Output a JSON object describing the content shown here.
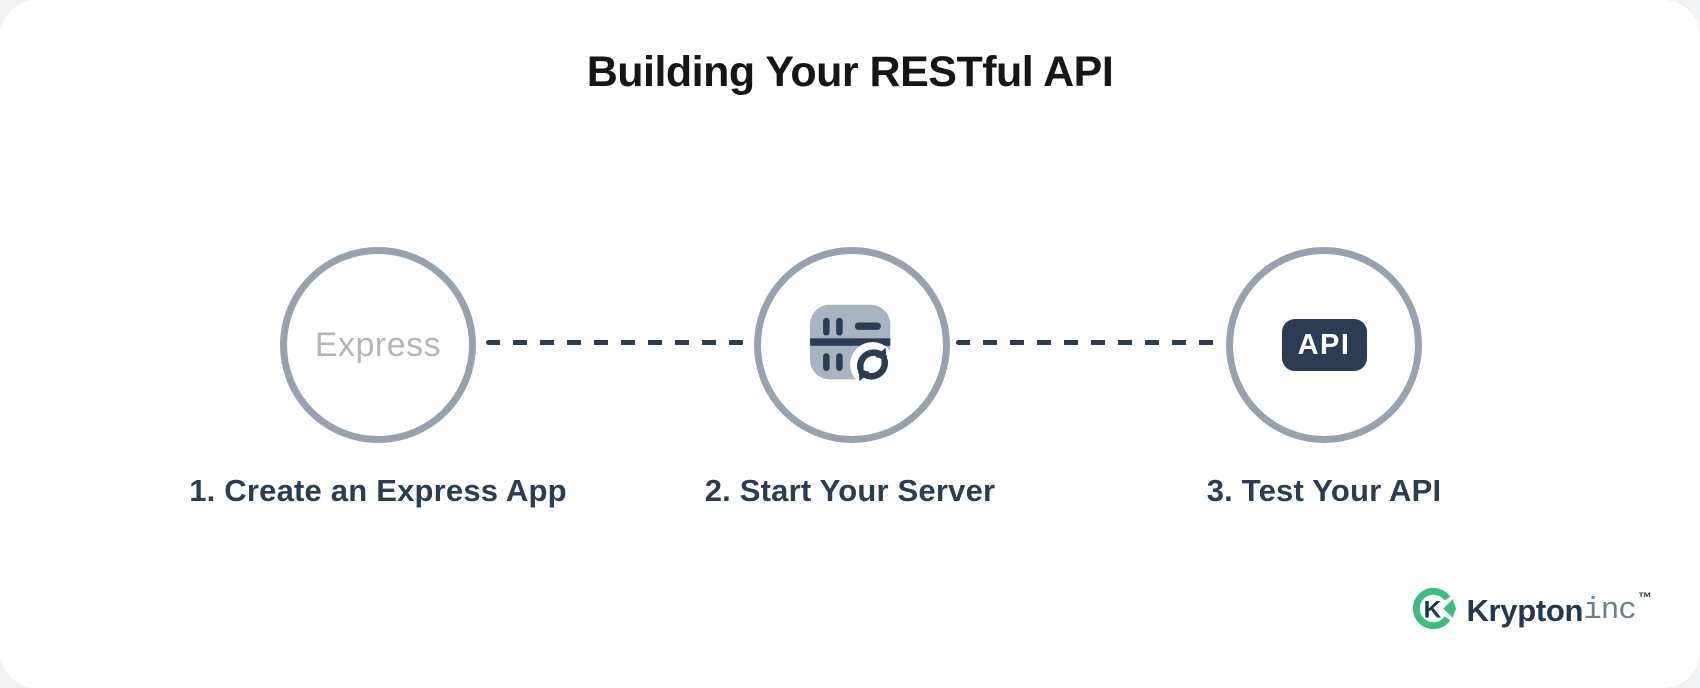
{
  "page": {
    "title": "Building Your RESTful API"
  },
  "steps": [
    {
      "label": "1. Create an Express App",
      "circle_text": "Express"
    },
    {
      "label": "2. Start Your Server",
      "icon": "server-sync-icon"
    },
    {
      "label": "3. Test Your API",
      "badge_text": "API"
    }
  ],
  "footer_logo": {
    "brand": "Krypton",
    "brand_suffix": "inc",
    "trademark": "™",
    "icon": "ck-monogram-icon"
  },
  "colors": {
    "navy": "#2b3c53",
    "brand_navy": "#24384e",
    "circle_border": "#98a1ae",
    "icon_body": "#a9b3c1",
    "badge_navy": "#2b3d54",
    "express_gray": "#b5b5b5",
    "title_black": "#161616",
    "brand_green": "#3cbd7e",
    "suffix_gray": "#6b7e93"
  }
}
